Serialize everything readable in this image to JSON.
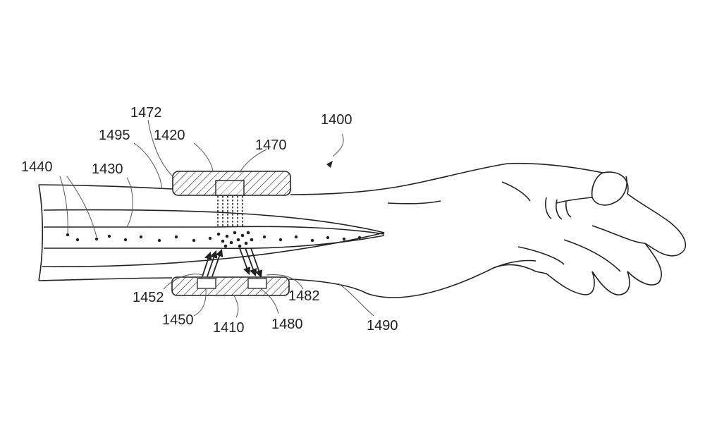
{
  "figure": {
    "reference_numeral": "1400",
    "labels": {
      "l1472": "1472",
      "l1495": "1495",
      "l1420": "1420",
      "l1470": "1470",
      "l1400": "1400",
      "l1440": "1440",
      "l1430": "1430",
      "l1452": "1452",
      "l1450": "1450",
      "l1410": "1410",
      "l1480": "1480",
      "l1482": "1482",
      "l1490": "1490"
    }
  }
}
